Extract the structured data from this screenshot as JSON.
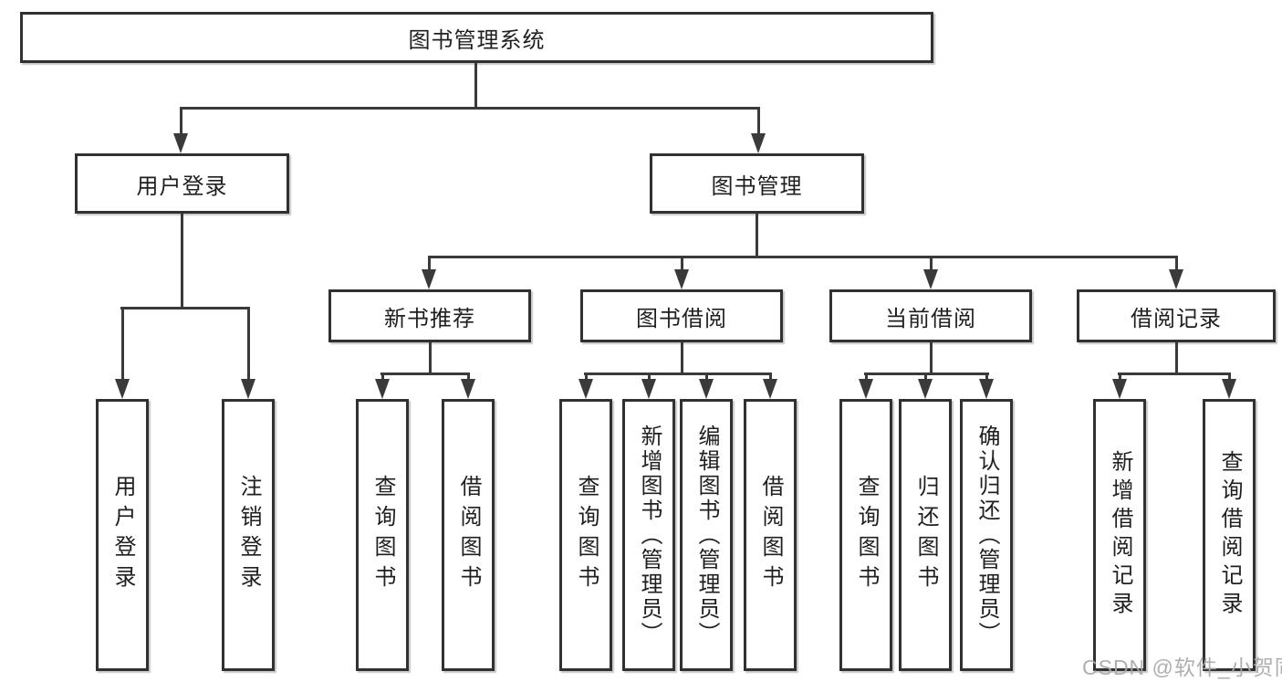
{
  "colors": {
    "background": "#ffffff",
    "border": "#313131",
    "line": "#3a3a3a",
    "text": "#1f1f1f",
    "watermark": "#a8a8a8"
  },
  "watermark": {
    "text": "CSDN @软件_小贺同学"
  },
  "tree": {
    "root": {
      "label": "图书管理系统"
    },
    "level2": [
      {
        "label": "用户登录"
      },
      {
        "label": "图书管理"
      }
    ],
    "level3": [
      {
        "label": "新书推荐",
        "parent": "图书管理"
      },
      {
        "label": "图书借阅",
        "parent": "图书管理"
      },
      {
        "label": "当前借阅",
        "parent": "图书管理"
      },
      {
        "label": "借阅记录",
        "parent": "图书管理"
      }
    ],
    "leaves": [
      {
        "label": "用户登录",
        "parent": "用户登录"
      },
      {
        "label": "注销登录",
        "parent": "用户登录"
      },
      {
        "label": "查询图书",
        "parent": "新书推荐"
      },
      {
        "label": "借阅图书",
        "parent": "新书推荐"
      },
      {
        "label": "查询图书",
        "parent": "图书借阅"
      },
      {
        "label": "新增图书（管理员）",
        "parent": "图书借阅"
      },
      {
        "label": "编辑图书（管理员）",
        "parent": "图书借阅"
      },
      {
        "label": "借阅图书",
        "parent": "图书借阅"
      },
      {
        "label": "查询图书",
        "parent": "当前借阅"
      },
      {
        "label": "归还图书",
        "parent": "当前借阅"
      },
      {
        "label": "确认归还（管理员）",
        "parent": "当前借阅"
      },
      {
        "label": "新增借阅记录",
        "parent": "借阅记录"
      },
      {
        "label": "查询借阅记录",
        "parent": "借阅记录"
      }
    ]
  }
}
